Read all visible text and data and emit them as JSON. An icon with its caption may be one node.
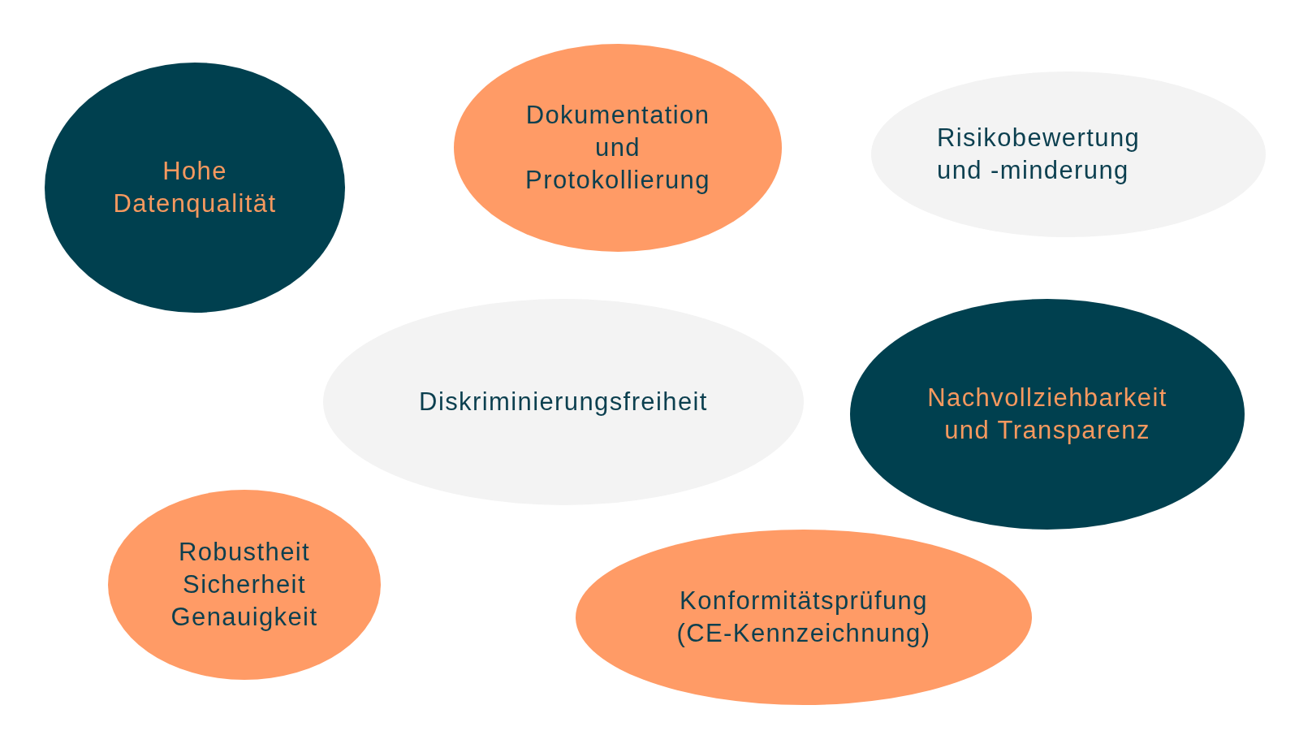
{
  "diagram": {
    "nodes": [
      {
        "text": [
          "Hohe Datenqualität"
        ]
      },
      {
        "text": [
          "Dokumentation und Protokollierung"
        ]
      },
      {
        "text": [
          "Risikobewertung und -minderung"
        ]
      },
      {
        "text": [
          "Diskriminierungsfreiheit"
        ]
      },
      {
        "text": [
          "Nachvollziehbarkeit und Transparenz"
        ]
      },
      {
        "text": [
          "Robustheit Sicherheit Genauigkeit"
        ]
      },
      {
        "text": [
          "Konformitätsprüfung (CE-Kennzeichnung)"
        ]
      }
    ]
  }
}
